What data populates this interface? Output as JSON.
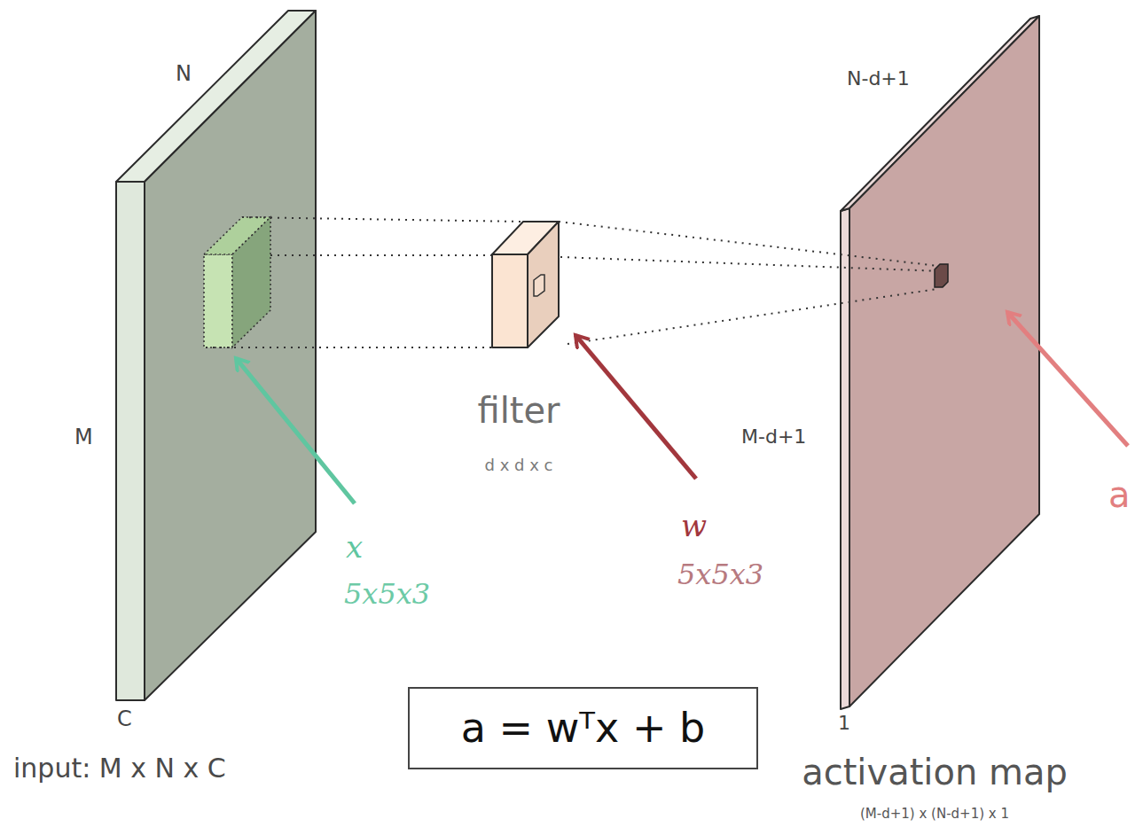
{
  "diagram": {
    "nodes": [
      {
        "text": [
          "input: M x N x C"
        ]
      },
      {
        "text": [
          "filter",
          "d x d x c"
        ]
      },
      {
        "text": [
          "activation map",
          "(M-d+1) x (N-d+1) x 1"
        ]
      },
      {
        "text": [
          "a = wᵀx + b"
        ]
      }
    ],
    "labels": [
      "N",
      "M",
      "C",
      "N-d+1",
      "M-d+1",
      "1",
      "x",
      "5x5x3",
      "w",
      "5x5x3",
      "a"
    ]
  }
}
